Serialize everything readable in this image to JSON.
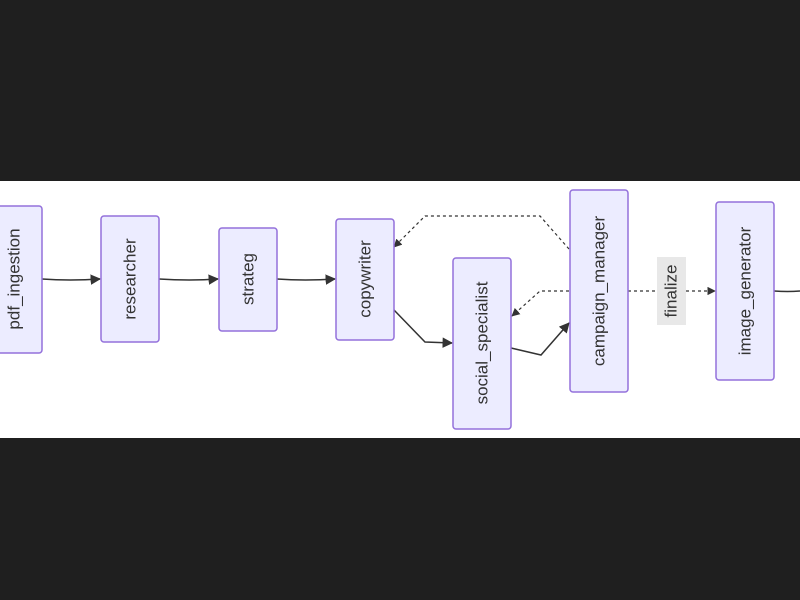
{
  "diagram": {
    "nodes": {
      "pdf_ingestion": "pdf_ingestion",
      "researcher": "researcher",
      "strateg": "strateg",
      "copywriter": "copywriter",
      "social_specialist": "social_specialist",
      "campaign_manager": "campaign_manager",
      "image_generator": "image_generator"
    },
    "edge_labels": {
      "finalize": "finalize"
    }
  },
  "colors": {
    "background": "#1f1f1f",
    "canvas": "#ffffff",
    "node_fill": "#ECECFF",
    "node_stroke": "#9370DB",
    "edge": "#333333",
    "label_bg": "#e8e8e8"
  }
}
